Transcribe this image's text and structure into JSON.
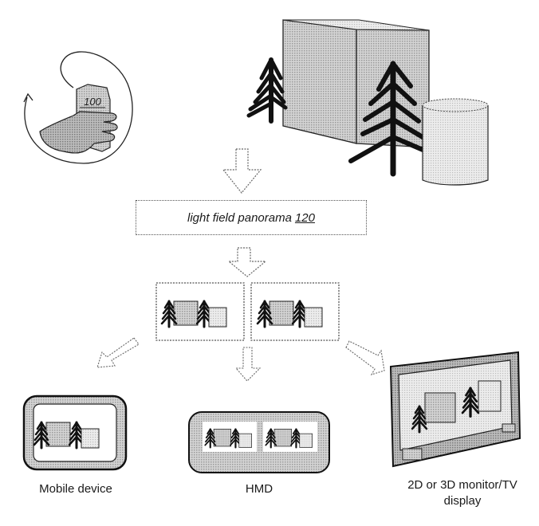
{
  "figure": {
    "camera": {
      "device_label": "100",
      "motion": "rotating capture"
    },
    "panorama": {
      "label": "light field panorama",
      "reference": "120"
    },
    "outputs": [
      {
        "id": "mobile",
        "label": "Mobile device"
      },
      {
        "id": "hmd",
        "label": "HMD"
      },
      {
        "id": "monitor",
        "label_line1": "2D or 3D monitor/TV",
        "label_line2": "display"
      }
    ],
    "colors": {
      "stroke": "#1a1a1a",
      "fill_dark": "#bdbdbd",
      "fill_light": "#e2e2e2",
      "dotted": "#666666"
    }
  }
}
